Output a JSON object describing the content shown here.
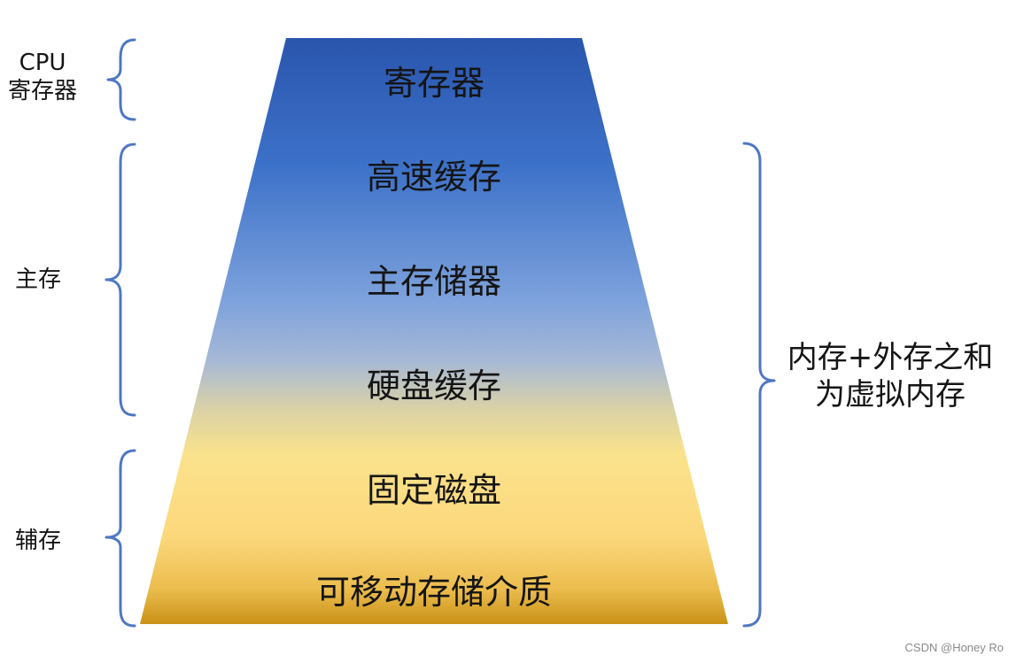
{
  "levels": [
    "寄存器",
    "高速缓存",
    "主存储器",
    "硬盘缓存",
    "固定磁盘",
    "可移动存储介质"
  ],
  "left_groups": {
    "cpu": {
      "line1": "CPU",
      "line2": "寄存器"
    },
    "main": "主存",
    "aux": "辅存"
  },
  "right_group": {
    "line1": "内存+外存之和",
    "line2": "为虚拟内存"
  },
  "watermark": "CSDN @Honey Ro",
  "colors": {
    "top": "#2a55ad",
    "upper": "#3d72c9",
    "middle": "#7ea2dc",
    "transition": "#c6c7b9",
    "lower": "#fcd87c",
    "bottom": "#c99116",
    "brace": "#4f77c2",
    "text": "#151515"
  }
}
